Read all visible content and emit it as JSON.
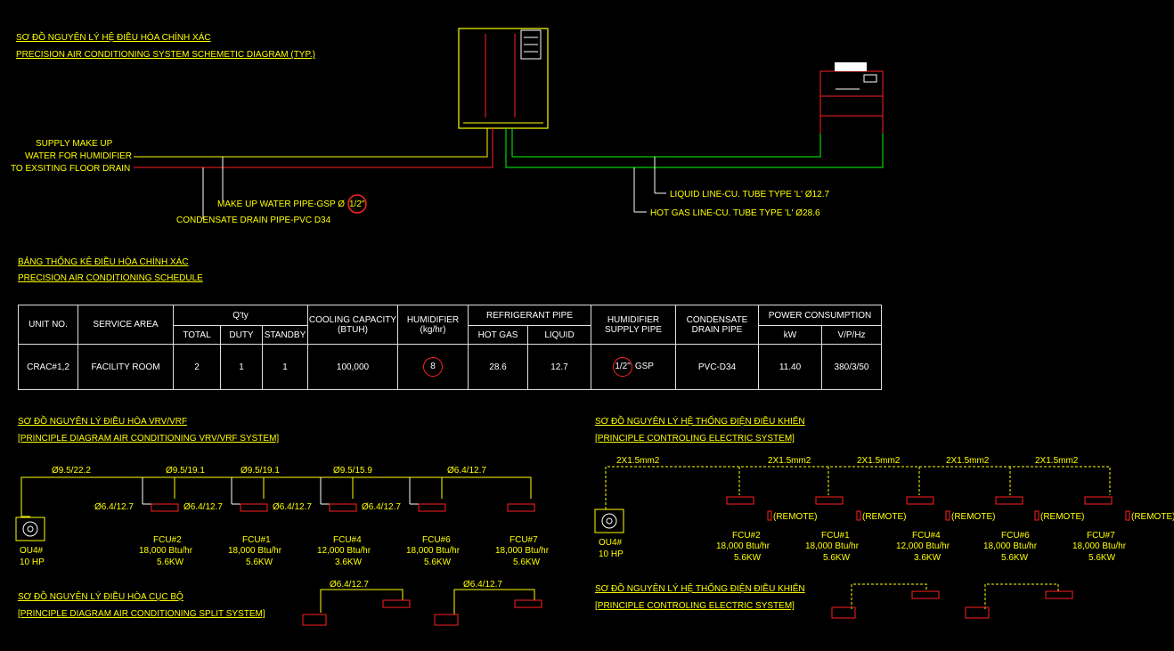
{
  "header": {
    "title_vn": "SƠ ĐỒ NGUYÊN LÝ HỆ ĐIỀU HÒA CHÍNH XÁC",
    "title_en": "PRECISION AIR CONDITIONING SYSTEM SCHEMETIC DIAGRAM (TYP.)"
  },
  "schematic": {
    "supply_line1": "SUPPLY MAKE UP",
    "supply_line2": "WATER FOR HUMIDIFIER",
    "supply_line3": "TO EXSITING FLOOR DRAIN",
    "makeup_pipe": "MAKE UP WATER PIPE-GSP Ø",
    "makeup_size": "1/2\"",
    "condensate_pipe": "CONDENSATE DRAIN PIPE-PVC D34",
    "liquid_line": "LIQUID LINE-CU. TUBE TYPE 'L' Ø12.7",
    "hotgas_line": "HOT GAS LINE-CU. TUBE TYPE 'L' Ø28.6"
  },
  "schedule": {
    "title_vn": "BẢNG THỐNG KÊ ĐIỀU HÒA CHÍNH XÁC",
    "title_en": "PRECISION AIR CONDITIONING SCHEDULE",
    "headers": {
      "unit_no": "UNIT NO.",
      "service_area": "SERVICE AREA",
      "qty": "Q'ty",
      "total": "TOTAL",
      "duty": "DUTY",
      "standby": "STANDBY",
      "cooling": "COOLING CAPACITY (BTUH)",
      "humidifier": "HUMIDIFIER (kg/hr)",
      "refrigerant": "REFRIGERANT PIPE",
      "hot_gas": "HOT GAS",
      "liquid": "LIQUID",
      "hum_pipe": "HUMIDIFIER SUPPLY PIPE",
      "cond_pipe": "CONDENSATE DRAIN PIPE",
      "power": "POWER CONSUMPTION",
      "kw": "kW",
      "vph": "V/P/Hz"
    },
    "row": {
      "unit_no": "CRAC#1,2",
      "service_area": "FACILITY ROOM",
      "total": "2",
      "duty": "1",
      "standby": "1",
      "cooling": "100,000",
      "humidifier": "8",
      "hot_gas": "28.6",
      "liquid": "12.7",
      "hum_pipe_size": "1/2\"",
      "hum_pipe_mat": "GSP",
      "cond_pipe": "PVC-D34",
      "kw": "11.40",
      "vph": "380/3/50"
    }
  },
  "vrv": {
    "title_vn": "SƠ ĐỒ NGUYÊN LÝ ĐIỀU HÒA VRV/VRF",
    "title_en": "[PRINCIPLE DIAGRAM AIR CONDITIONING VRV/VRF SYSTEM]",
    "main_pipes": [
      "Ø9.5/22.2",
      "Ø9.5/19.1",
      "Ø9.5/19.1",
      "Ø9.5/15.9",
      "Ø6.4/12.7"
    ],
    "branch_pipe": "Ø6.4/12.7",
    "ou_name": "OU4#",
    "ou_hp": "10 HP",
    "units": [
      {
        "name": "FCU#2",
        "btu": "18,000 Btu/hr",
        "kw": "5.6KW"
      },
      {
        "name": "FCU#1",
        "btu": "18,000 Btu/hr",
        "kw": "5.6KW"
      },
      {
        "name": "FCU#4",
        "btu": "12,000 Btu/hr",
        "kw": "3.6KW"
      },
      {
        "name": "FCU#6",
        "btu": "18,000 Btu/hr",
        "kw": "5.6KW"
      },
      {
        "name": "FCU#7",
        "btu": "18,000 Btu/hr",
        "kw": "5.6KW"
      }
    ]
  },
  "electric": {
    "title_vn": "SƠ ĐỒ NGUYÊN LÝ HỆ THỐNG ĐIỆN ĐIỀU KHIỂN",
    "title_en": "[PRINCIPLE CONTROLING ELECTRIC SYSTEM]",
    "cable": "2X1.5mm2",
    "remote": "(REMOTE)"
  },
  "split": {
    "title_vn": "SƠ ĐỒ NGUYÊN LÝ ĐIỀU HÒA CỤC BỘ",
    "title_en": "[PRINCIPLE DIAGRAM AIR CONDITIONING SPLIT SYSTEM]",
    "pipe": "Ø6.4/12.7"
  },
  "electric2": {
    "title_vn": "SƠ ĐỒ NGUYÊN LÝ HỆ THỐNG ĐIỆN ĐIỀU KHIỂN",
    "title_en": "[PRINCIPLE CONTROLING ELECTRIC SYSTEM]"
  },
  "colors": {
    "background": "#000000",
    "title_green": "#00ff00",
    "line_yellow": "#ffff00",
    "line_red": "#ff2020",
    "text_white": "#ffffff"
  }
}
